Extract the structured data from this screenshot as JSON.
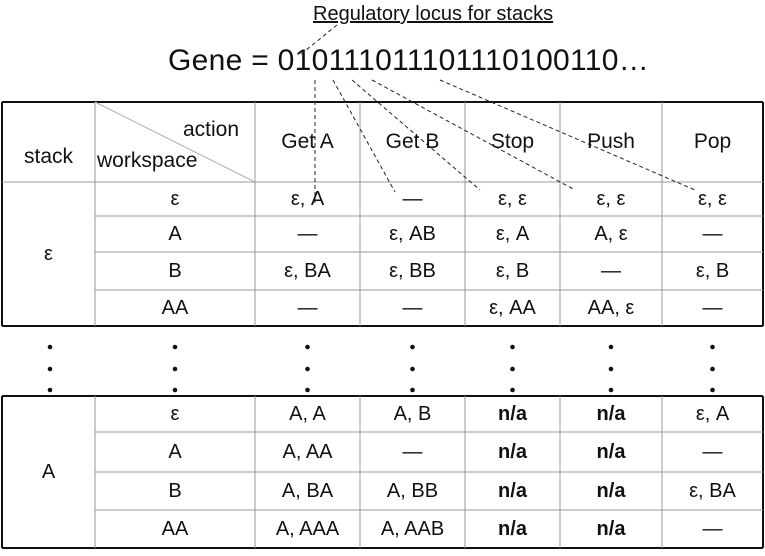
{
  "locus_label": "Regulatory locus for stacks",
  "gene_string": "Gene = 010111011101110100110…",
  "table": {
    "corner": {
      "stack": "stack",
      "action": "action",
      "workspace": "workspace"
    },
    "actions": [
      "Get A",
      "Get B",
      "Stop",
      "Push",
      "Pop"
    ],
    "groups": [
      {
        "stack": "ε",
        "rows": [
          {
            "workspace": "ε",
            "cells": [
              "ε, A",
              "—",
              "ε, ε",
              "ε, ε",
              "ε, ε"
            ]
          },
          {
            "workspace": "A",
            "cells": [
              "—",
              "ε, AB",
              "ε, A",
              "A, ε",
              "—"
            ]
          },
          {
            "workspace": "B",
            "cells": [
              "ε, BA",
              "ε, BB",
              "ε, B",
              "—",
              "ε, B"
            ]
          },
          {
            "workspace": "AA",
            "cells": [
              "—",
              "—",
              "ε, AA",
              "AA, ε",
              "—"
            ]
          }
        ]
      },
      {
        "stack": "A",
        "rows": [
          {
            "workspace": "ε",
            "cells": [
              "A, A",
              "A, B",
              "n/a",
              "n/a",
              "ε, A"
            ]
          },
          {
            "workspace": "A",
            "cells": [
              "A, AA",
              "—",
              "n/a",
              "n/a",
              "—"
            ]
          },
          {
            "workspace": "B",
            "cells": [
              "A, BA",
              "A, BB",
              "n/a",
              "n/a",
              "ε, BA"
            ]
          },
          {
            "workspace": "AA",
            "cells": [
              "A, AAA",
              "A, AAB",
              "n/a",
              "n/a",
              "—"
            ]
          }
        ]
      }
    ],
    "ellipsis": "⋮",
    "bold_values": [
      "n/a"
    ]
  }
}
